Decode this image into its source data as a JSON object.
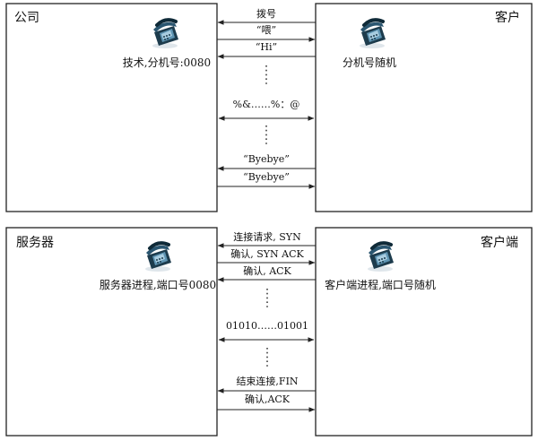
{
  "top": {
    "left_title": "公司",
    "right_title": "客户",
    "left_label": "技术,分机号:0080",
    "right_label": "分机号随机",
    "messages": [
      "拨号",
      "“喂”",
      "“Hi”",
      "%&……%：@",
      "“Byebye”",
      "“Byebye”"
    ]
  },
  "bottom": {
    "left_title": "服务器",
    "right_title": "客户端",
    "left_label": "服务器进程,端口号0080",
    "right_label": "客户端进程,端口号随机",
    "messages": [
      "连接请求, SYN",
      "确认, SYN ACK",
      "确认, ACK",
      "01010……01001",
      "结束连接,FIN",
      "确认,ACK"
    ]
  },
  "colors": {
    "line": "#222222",
    "phone_dark": "#1d3c4d",
    "phone_light": "#5f95b3"
  },
  "icons": [
    "telephone-icon"
  ]
}
